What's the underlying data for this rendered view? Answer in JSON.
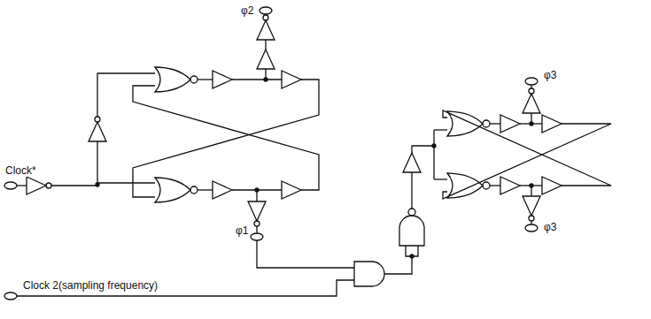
{
  "diagram": {
    "labels": [
      "φ2",
      "φ3",
      "φ3",
      "φ1",
      "Clock*",
      "Clock 2(sampling frequency)"
    ]
  }
}
